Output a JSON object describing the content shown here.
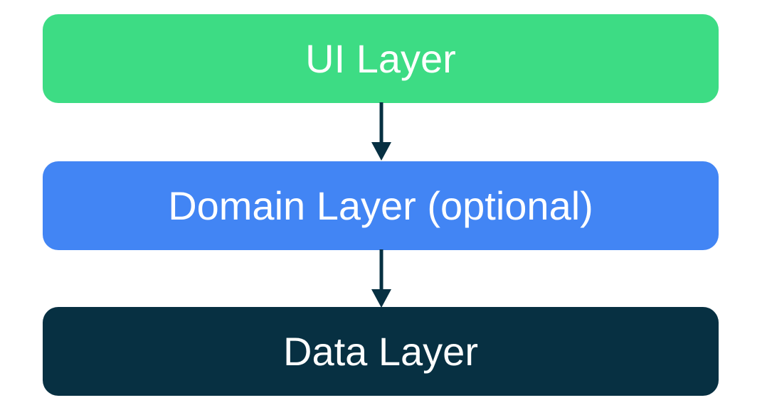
{
  "colors": {
    "ui_layer": "#3ddc84",
    "domain_layer": "#4285f4",
    "data_layer": "#073042",
    "arrow": "#073042",
    "label_text": "#ffffff"
  },
  "layers": [
    {
      "label": "UI Layer"
    },
    {
      "label": "Domain Layer (optional)"
    },
    {
      "label": "Data Layer"
    }
  ]
}
